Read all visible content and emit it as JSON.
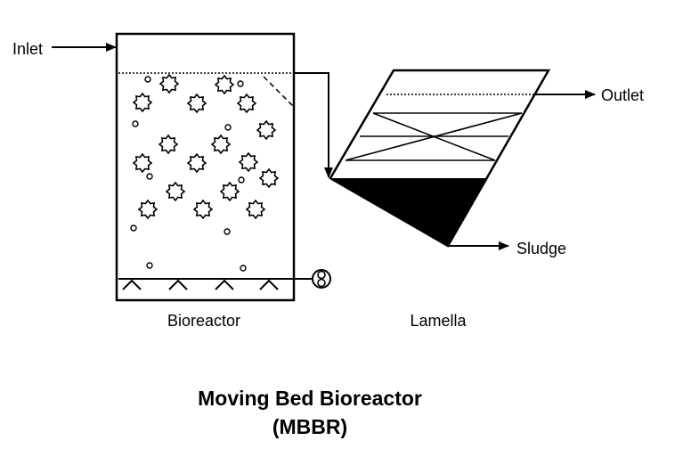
{
  "labels": {
    "inlet": "Inlet",
    "outlet": "Outlet",
    "sludge": "Sludge",
    "bioreactor": "Bioreactor",
    "lamella": "Lamella"
  },
  "title": {
    "line1": "Moving Bed Bioreactor",
    "line2": "(MBBR)"
  },
  "colors": {
    "line": "#000000",
    "background": "#ffffff",
    "sludge_fill": "#000000"
  },
  "icons": [
    "carrier-media-icon",
    "air-bubble-icon",
    "diffuser-icon",
    "air-blower-icon"
  ]
}
